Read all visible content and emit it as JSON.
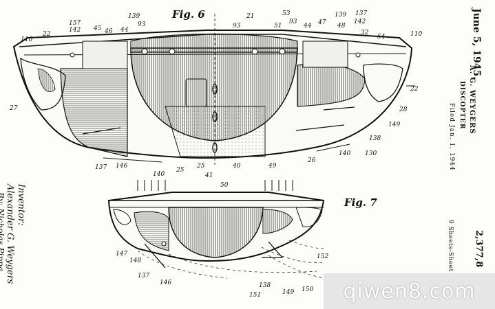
{
  "patent": {
    "date": "June 5, 1945.",
    "inventor_name": "A. G. WEYGERS",
    "title": "DISCOPTER",
    "filed": "Filed Jan. 1, 1944",
    "sheets": "9 Sheets-Sheet",
    "number": "2,377,8",
    "inventor_label": "Inventor:",
    "inventor_signature": "Alexander G. Weygers",
    "attorney_line": "By: Nicholas Pippa"
  },
  "figures": {
    "fig6": {
      "label": "Fig. 6",
      "refs": [
        "110",
        "22",
        "157",
        "142",
        "45",
        "46",
        "44",
        "139",
        "93",
        "21",
        "93",
        "53",
        "51",
        "93",
        "44",
        "47",
        "139",
        "48",
        "137",
        "142",
        "32",
        "54",
        "110",
        "22",
        "27",
        "28",
        "149",
        "138",
        "130",
        "140",
        "26",
        "49",
        "40",
        "41",
        "25",
        "140",
        "25",
        "146",
        "137"
      ]
    },
    "fig7": {
      "label": "Fig. 7",
      "refs": [
        "50",
        "147",
        "148",
        "137",
        "146",
        "152",
        "151",
        "138",
        "149",
        "150"
      ]
    }
  },
  "watermark": {
    "text": "qiwen8.com"
  }
}
